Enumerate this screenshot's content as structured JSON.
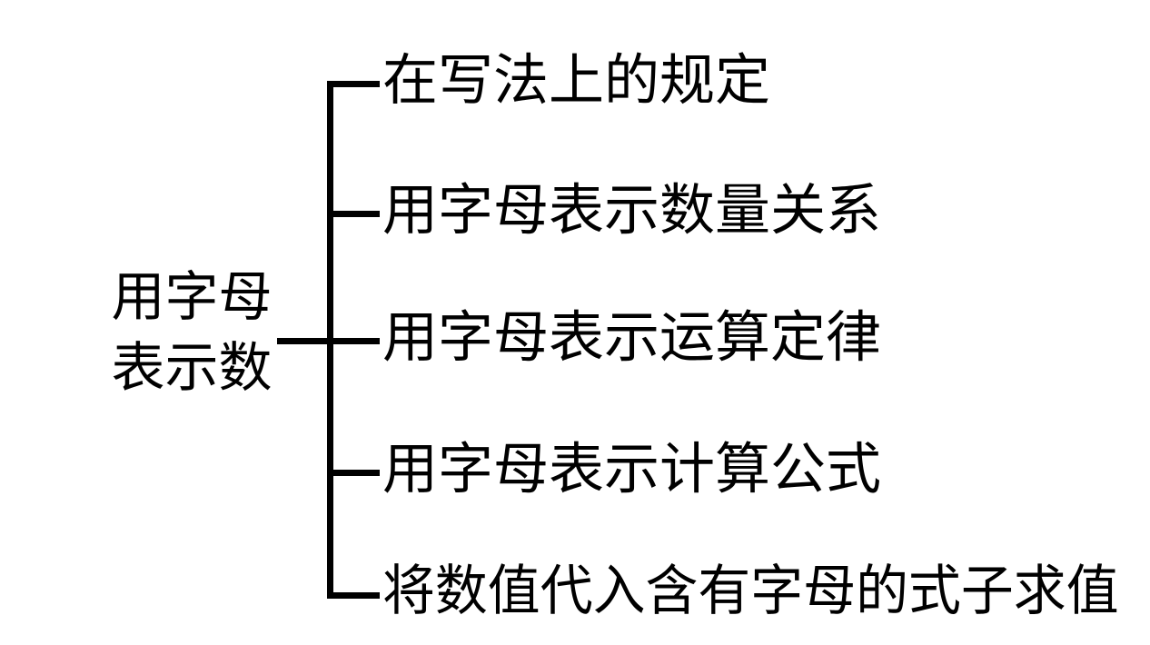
{
  "diagram": {
    "type": "bracket-tree",
    "title": "用字母表示数",
    "background_color": "#ffffff",
    "line_color": "#000000",
    "text_color": "#000000",
    "root": {
      "lines": [
        "用字母",
        "表示数"
      ],
      "full_text": "用字母表示数"
    },
    "branches": [
      {
        "label": "在写法上的规定"
      },
      {
        "label": "用字母表示数量关系"
      },
      {
        "label": "用字母表示运算定律"
      },
      {
        "label": "用字母表示计算公式"
      },
      {
        "label": "将数值代入含有字母的式子求值"
      }
    ]
  }
}
